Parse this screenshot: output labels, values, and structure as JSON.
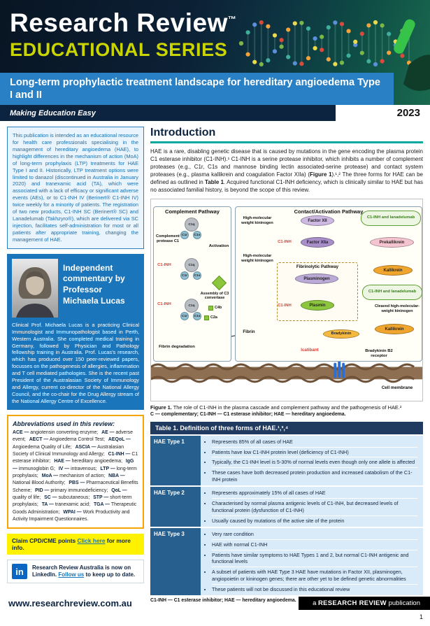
{
  "header": {
    "brand": "Research Review",
    "tm": "™",
    "series": "EDUCATIONAL SERIES",
    "subtitle": "Long-term prophylactic treatment landscape for hereditary angioedema Type I and II",
    "tagline": "Making Education Easy",
    "year": "2023"
  },
  "sidebar": {
    "intro": "This publication is intended as an educational resource for health care professionals specialising in the management of hereditary angioedema (HAE), to highlight differences in the mechanism of action (MoA) of long-term prophylaxis (LTP) treatments for HAE Type I and II. Historically, LTP treatment options were limited to danazol (discontinued in Australia in January 2020) and tranexamic acid (TA), which were associated with a lack of efficacy or significant adverse events (AEs), or to C1-INH IV (Berinert® C1-INH IV) twice weekly for a minority of patients. The registration of two new products, C1-INH SC (Berinert® SC) and Lanadelumab (Takhzyro®), which are delivered via SC injection, facilitates self-administration for most or all patients after appropriate training, changing the management of HAE.",
    "commentary_title": "Independent commentary by Professor Michaela Lucas",
    "bio": "Clinical Prof. Michaela Lucas is a practicing Clinical Immunologist and Immunopathologist based in Perth, Western Australia. She completed medical training in Germany, followed by Physician and Pathology fellowship training in Australia. Prof. Lucas's research, which has produced over 150 peer-reviewed papers, focusses on the pathogenesis of allergies, inflammation and T cell mediated pathologies. She is the recent past President of the Australasian Society of Immunology and Allergy, current co-director of the National Allergy Council, and the co-chair for the Drug Allergy stream of the National Allergy Centre of Excellence.",
    "abbr_title": "Abbreviations used in this review:",
    "abbreviations": [
      {
        "term": "ACE —",
        "def": "angiotensin converting enzyme;"
      },
      {
        "term": "AE —",
        "def": "adverse event;"
      },
      {
        "term": "AECT —",
        "def": "Angioedema Control Test;"
      },
      {
        "term": "AEQoL —",
        "def": "Angioedema Quality of Life;"
      },
      {
        "term": "ASCIA —",
        "def": "Australasian Society of Clinical Immunology and Allergy;"
      },
      {
        "term": "C1-INH —",
        "def": "C1 esterase inhibitor;"
      },
      {
        "term": "HAE —",
        "def": "hereditary angioedema;"
      },
      {
        "term": "IgG —",
        "def": "immunoglobin G;"
      },
      {
        "term": "IV —",
        "def": "intravenous;"
      },
      {
        "term": "LTP —",
        "def": "long-term prophylaxis;"
      },
      {
        "term": "MoA —",
        "def": "mechanism of action;"
      },
      {
        "term": "NBA —",
        "def": "National Blood Authority;"
      },
      {
        "term": "PBS —",
        "def": "Pharmaceutical Benefits Scheme;"
      },
      {
        "term": "PID —",
        "def": "primary immunodeficiency;"
      },
      {
        "term": "QoL —",
        "def": "quality of life;"
      },
      {
        "term": "SC —",
        "def": "subcutaneous;"
      },
      {
        "term": "STP —",
        "def": "short-term prophylaxis;"
      },
      {
        "term": "TA —",
        "def": "tranexamic acid;"
      },
      {
        "term": "TGA —",
        "def": "Therapeutic Goods Administration;"
      },
      {
        "term": "WPAI —",
        "def": "Work Productivity and Activity Impairment Questionnaires."
      }
    ],
    "cpd_prefix": "Claim CPD/CME points",
    "cpd_link": "Click here",
    "cpd_suffix": "for more info.",
    "linkedin_text": "Research Review Australia is now on LinkedIn.",
    "linkedin_link": "Follow us",
    "linkedin_suffix": "to keep up to date.",
    "linkedin_icon": "in"
  },
  "main": {
    "intro_title": "Introduction",
    "p1": "HAE is a rare, disabling genetic disease that is caused by mutations in the gene encoding the plasma protein C1 esterase inhibitor (C1-INH).¹ C1-INH is a serine protease inhibitor, which inhibits a number of complement proteases (e.g., C1r, C1s and mannose binding lectin associated-serine protease) and contact system proteases (e.g., plasma kallikrein and coagulation Factor XIIa) (",
    "fig_ref": "Figure 1",
    "p2": ").¹,² The three forms for HAE can be defined as outlined in ",
    "tab_ref": "Table 1",
    "p3": ". Acquired functional C1-INH deficiency, which is clinically similar to HAE but has no associated familial history, is beyond the scope of this review.",
    "figure": {
      "complement_title": "Complement Pathway",
      "contact_title": "Contact/Activation Pathway",
      "c1q": "C1q",
      "c1r": "C1r",
      "c1s": "C1s",
      "complement_protease": "Complement protease C1",
      "activation": "Activation",
      "c1inh": "C1-INH",
      "c3_convertase": "Assembly of C3 convertase",
      "c4b": "C4b",
      "c2a": "C2a",
      "fibrin_degradation": "Fibrin degradation",
      "hmwk": "High-molecular weight kininogen",
      "factor_xii": "Factor XII",
      "factor_xiia": "Factor XIIa",
      "c1inh_lanadelumab": "C1-INH and lanadelumab",
      "prekallikrein": "Prekallikrein",
      "kallikrein": "Kallikrein",
      "fibrinolytic_title": "Fibrinolytic Pathway",
      "plasminogen": "Plasminogen",
      "plasmin": "Plasmin",
      "fibrin": "Fibrin",
      "bradykinin": "Bradykinin",
      "icatibant": "Icatibant",
      "b2_receptor": "Bradykinin B2 receptor",
      "cleaved_hmwk": "Cleaved high-molecular-weight kininogen",
      "cell_membrane": "Cell membrane"
    },
    "figure_caption_bold": "Figure 1.",
    "figure_caption_text": "The role of C1-INH in the plasma cascade and complement pathway and the pathogenesis of HAE.²",
    "figure_footnote": "C — complementary; C1-INH — C1 esterase inhibitor; HAE — hereditary angioedema.",
    "table": {
      "title": "Table 1. Definition of three forms of HAE.¹,³,⁴",
      "rows": [
        {
          "type": "HAE Type 1",
          "bullets": [
            "Represents 85% of all cases of HAE",
            "Patients have low C1-INH protein level (deficiency of C1-INH)",
            "Typically, the C1-INH level is 5-30% of normal levels even though only one allele is affected",
            "These cases have both decreased protein production and increased catabolism of the C1-INH protein"
          ]
        },
        {
          "type": "HAE Type 2",
          "bullets": [
            "Represents approximately 15% of all cases of HAE",
            "Characterised by normal plasma antigenic levels of C1-INH, but decreased levels of functional protein (dysfunction of C1-INH)",
            "Usually caused by mutations of the active site of the protein"
          ]
        },
        {
          "type": "HAE Type 3",
          "bullets": [
            "Very rare condition",
            "HAE with normal C1-INH",
            "Patients have similar symptoms to HAE Types 1 and 2, but normal C1-INH antigenic and functional levels",
            "A subset of patients with HAE Type 3 HAE have mutations in Factor XII, plasminogen, angiopoietin or kininogen genes; there are other yet to be defined genetic abnormalities",
            "These patients will not be discussed in this educational review"
          ]
        }
      ]
    },
    "table_footnote": "C1-INH — C1 esterase inhibitor; HAE — hereditary angioedema."
  },
  "footer": {
    "url": "www.researchreview.com.au",
    "pub_pre": "a ",
    "pub_brand": "RESEARCH REVIEW",
    "pub_post": " publication",
    "page": "1"
  }
}
